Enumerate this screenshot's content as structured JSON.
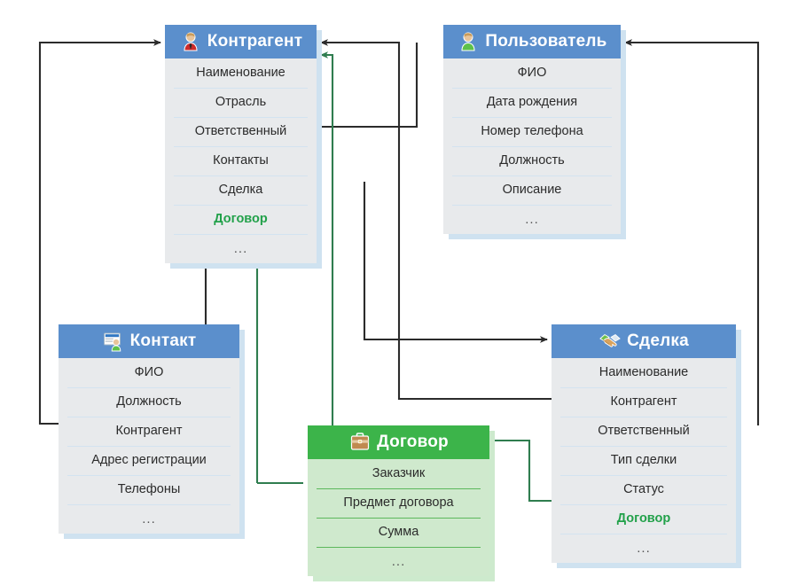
{
  "diagram": {
    "title": "CRM entity relationship diagram",
    "colors": {
      "header_blue": "#5b8fcc",
      "header_green": "#3cb44a",
      "body_gray": "#e8eaec",
      "body_green": "#cfe9cd",
      "link_green": "#22a14a",
      "arrow_black": "#2b2b2b",
      "arrow_green": "#2f7d4f"
    },
    "entities": [
      {
        "id": "kontragent",
        "title": "Контрагент",
        "icon": "person-red-tie-icon",
        "accent": "blue",
        "fields": [
          {
            "label": "Наименование",
            "kind": "plain"
          },
          {
            "label": "Отрасль",
            "kind": "plain"
          },
          {
            "label": "Ответственный",
            "kind": "plain"
          },
          {
            "label": "Контакты",
            "kind": "plain"
          },
          {
            "label": "Сделка",
            "kind": "plain"
          },
          {
            "label": "Договор",
            "kind": "link"
          },
          {
            "label": "...",
            "kind": "ellipsis"
          }
        ]
      },
      {
        "id": "polzovatel",
        "title": "Пользователь",
        "icon": "person-green-shirt-icon",
        "accent": "blue",
        "fields": [
          {
            "label": "ФИО",
            "kind": "plain"
          },
          {
            "label": "Дата рождения",
            "kind": "plain"
          },
          {
            "label": "Номер телефона",
            "kind": "plain"
          },
          {
            "label": "Должность",
            "kind": "plain"
          },
          {
            "label": "Описание",
            "kind": "plain"
          },
          {
            "label": "...",
            "kind": "ellipsis"
          }
        ]
      },
      {
        "id": "kontakt",
        "title": "Контакт",
        "icon": "contact-card-icon",
        "accent": "blue",
        "fields": [
          {
            "label": "ФИО",
            "kind": "plain"
          },
          {
            "label": "Должность",
            "kind": "plain"
          },
          {
            "label": "Контрагент",
            "kind": "plain"
          },
          {
            "label": "Адрес регистрации",
            "kind": "plain"
          },
          {
            "label": "Телефоны",
            "kind": "plain"
          },
          {
            "label": "...",
            "kind": "ellipsis"
          }
        ]
      },
      {
        "id": "sdelka",
        "title": "Сделка",
        "icon": "handshake-icon",
        "accent": "blue",
        "fields": [
          {
            "label": "Наименование",
            "kind": "plain"
          },
          {
            "label": "Контрагент",
            "kind": "plain"
          },
          {
            "label": "Ответственный",
            "kind": "plain"
          },
          {
            "label": "Тип сделки",
            "kind": "plain"
          },
          {
            "label": "Статус",
            "kind": "plain"
          },
          {
            "label": "Договор",
            "kind": "link"
          },
          {
            "label": "...",
            "kind": "ellipsis"
          }
        ]
      },
      {
        "id": "dogovor",
        "title": "Договор",
        "icon": "briefcase-icon",
        "accent": "green",
        "fields": [
          {
            "label": "Заказчик",
            "kind": "plain"
          },
          {
            "label": "Предмет договора",
            "kind": "plain"
          },
          {
            "label": "Сумма",
            "kind": "plain"
          },
          {
            "label": "...",
            "kind": "ellipsis"
          }
        ]
      }
    ],
    "relations": [
      {
        "from": "kontakt.Контрагент",
        "to": "kontragent.header",
        "color": "black"
      },
      {
        "from": "polzovatel.header",
        "to": "kontragent.Ответственный",
        "color": "black"
      },
      {
        "from": "kontragent.Контакты",
        "to": "kontakt.header",
        "color": "black"
      },
      {
        "from": "sdelka.Контрагент",
        "to": "kontragent.header",
        "color": "black"
      },
      {
        "from": "kontragent.Сделка",
        "to": "sdelka.header",
        "color": "black"
      },
      {
        "from": "sdelka.Ответственный",
        "to": "polzovatel.header",
        "color": "black"
      },
      {
        "from": "dogovor.Заказчик",
        "to": "kontragent.header",
        "color": "green"
      },
      {
        "from": "kontragent.Договор",
        "to": "dogovor.header",
        "color": "green"
      },
      {
        "from": "sdelka.Договор",
        "to": "dogovor.header",
        "color": "green"
      }
    ]
  }
}
